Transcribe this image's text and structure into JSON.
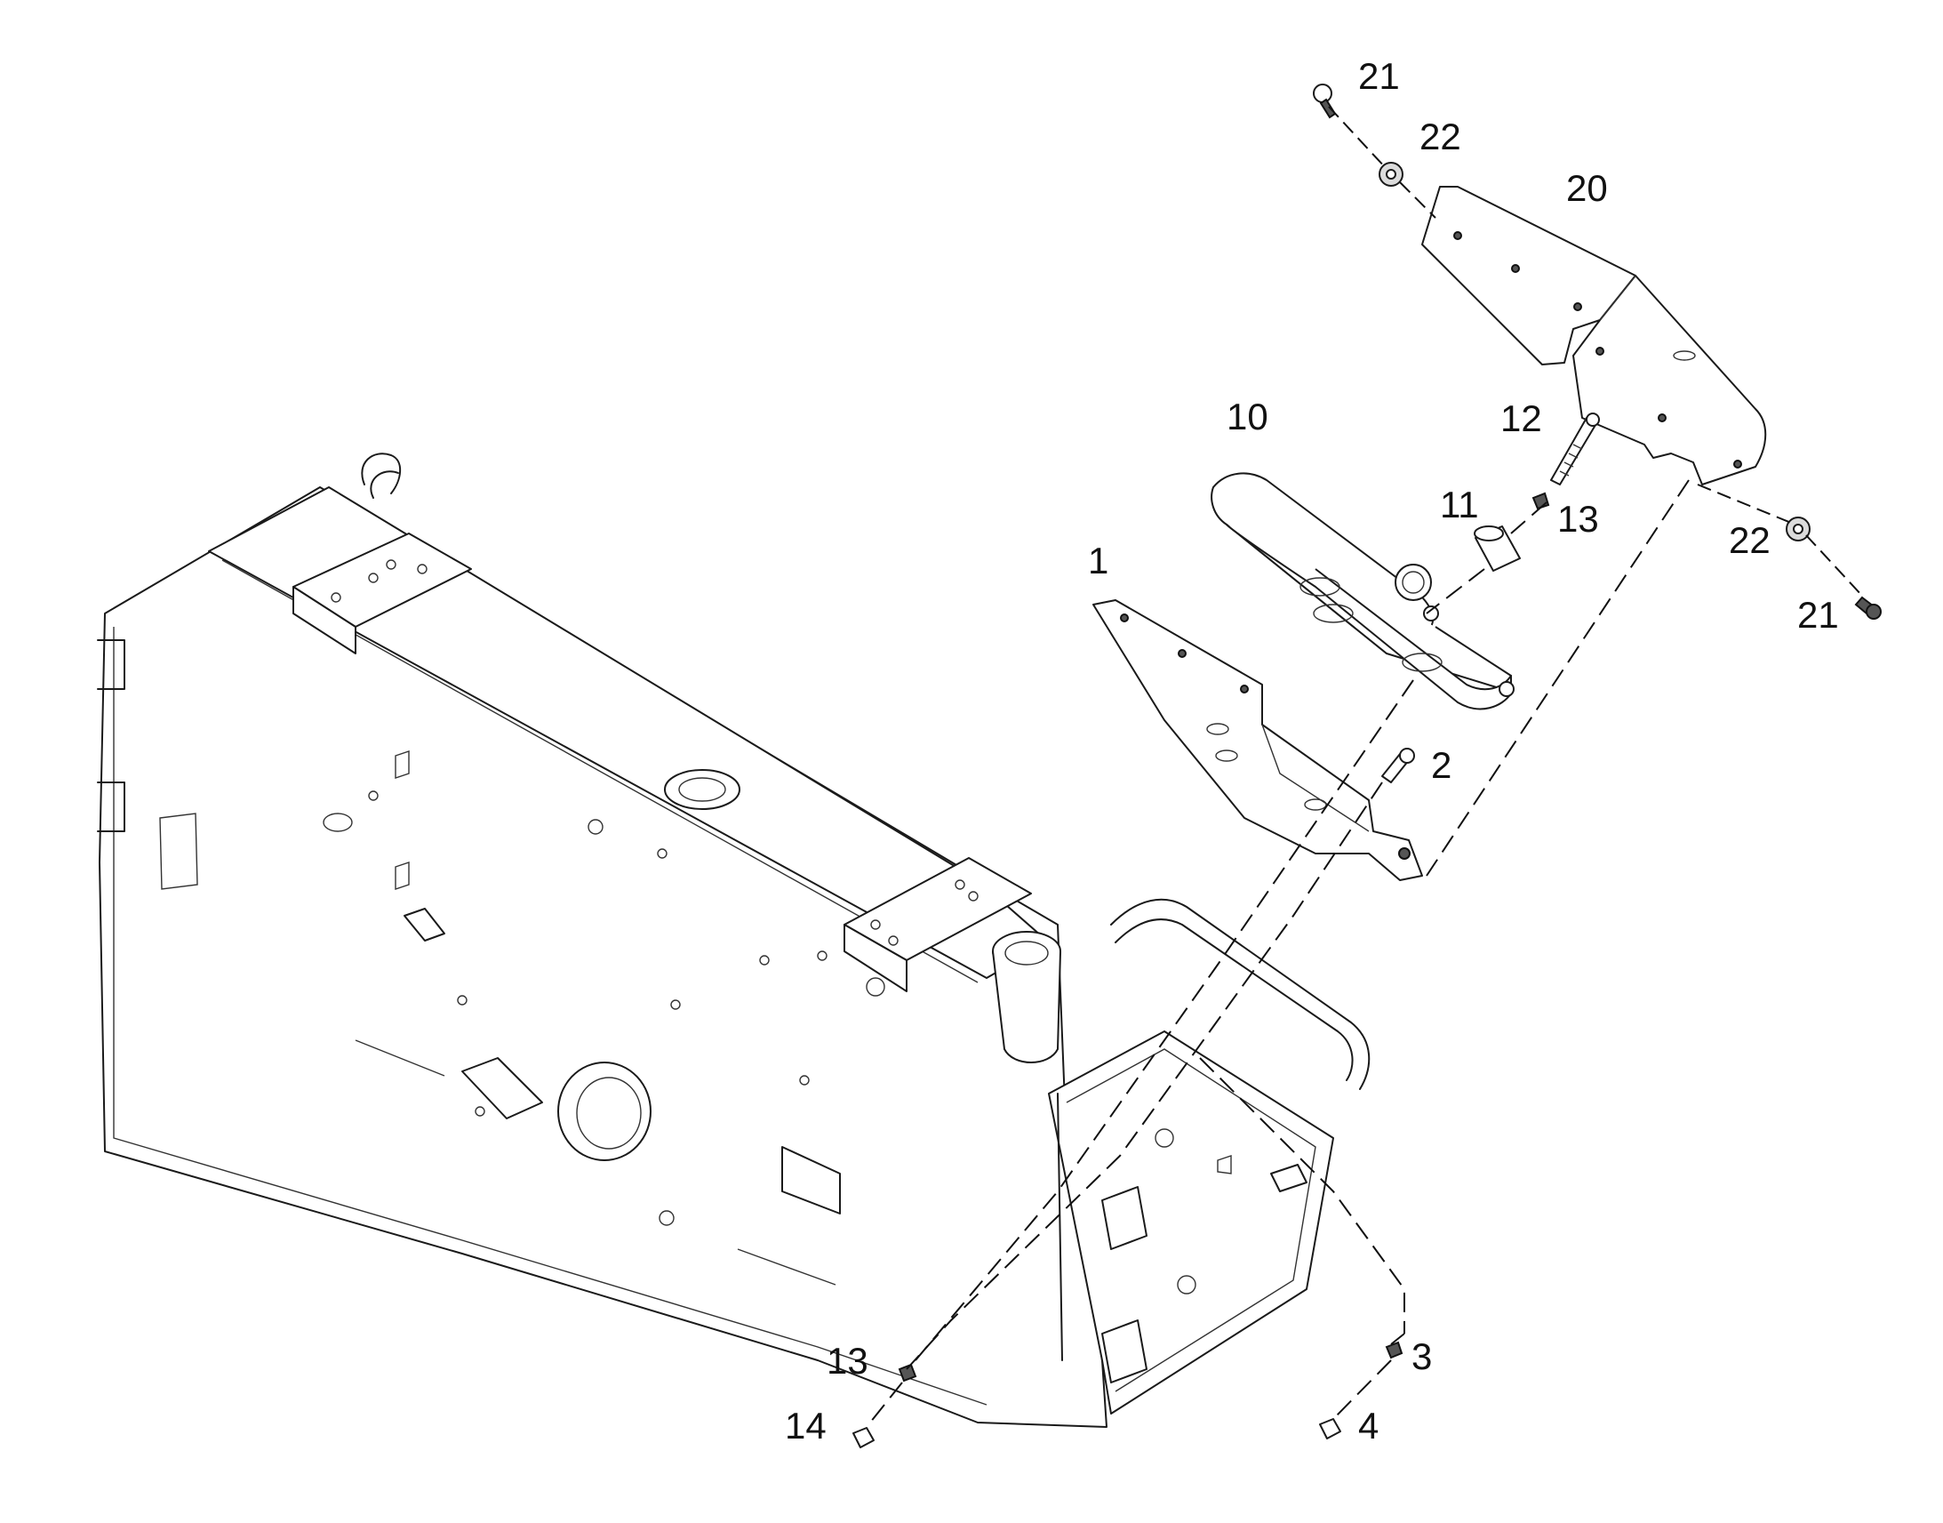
{
  "labels": {
    "p1": "1",
    "p2": "2",
    "p3": "3",
    "p4": "4",
    "p10": "10",
    "p11": "11",
    "p12": "12",
    "p13a": "13",
    "p13b": "13",
    "p14": "14",
    "p20": "20",
    "p21a": "21",
    "p21b": "21",
    "p22a": "22",
    "p22b": "22"
  }
}
